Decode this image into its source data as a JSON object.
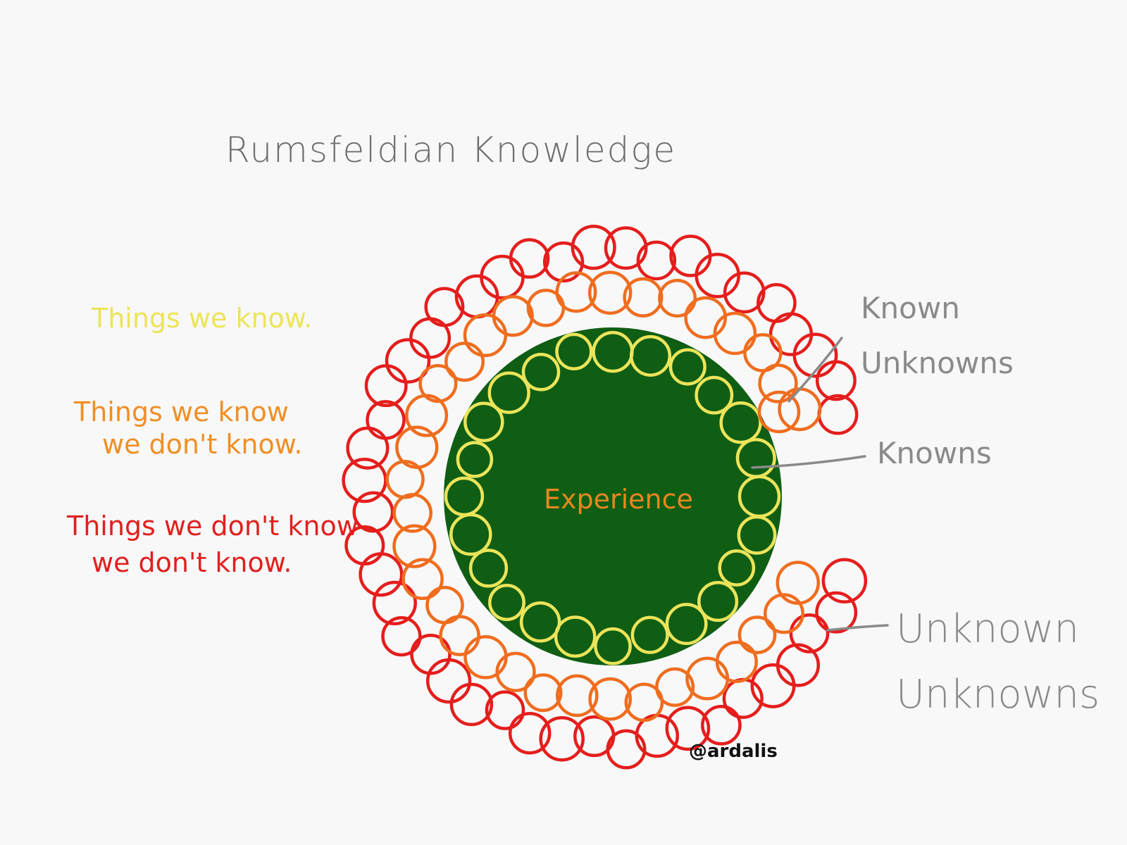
{
  "title": "Rumsfeldian Knowledge",
  "legend": {
    "known": "Things we know.",
    "known_unknown_line1": "Things we know",
    "known_unknown_line2": "we don't know.",
    "unknown_unknown_line1": "Things we don't know",
    "unknown_unknown_line2": "we don't know."
  },
  "center_label": "Experience",
  "callouts": {
    "known_unknowns_line1": "Known",
    "known_unknowns_line2": "Unknowns",
    "knowns": "Knowns",
    "unknown_unknowns_line1": "Unknown",
    "unknown_unknowns_line2": "Unknowns"
  },
  "credit": "@ardalis",
  "colors": {
    "background": "#f8f8f8",
    "core_fill": "#0f5e14",
    "knowns": "#ece45a",
    "known_unknowns": "#ef6d1f",
    "unknown_unknowns": "#e41e1c",
    "legend_known": "#ece45a",
    "legend_known_unknown": "#ef8f25",
    "legend_unknown_unknown": "#e0201f",
    "center_text": "#e8861e",
    "callout_text": "#8a8a8a",
    "title_text": "#6f6f6f",
    "credit_text": "#111111"
  }
}
